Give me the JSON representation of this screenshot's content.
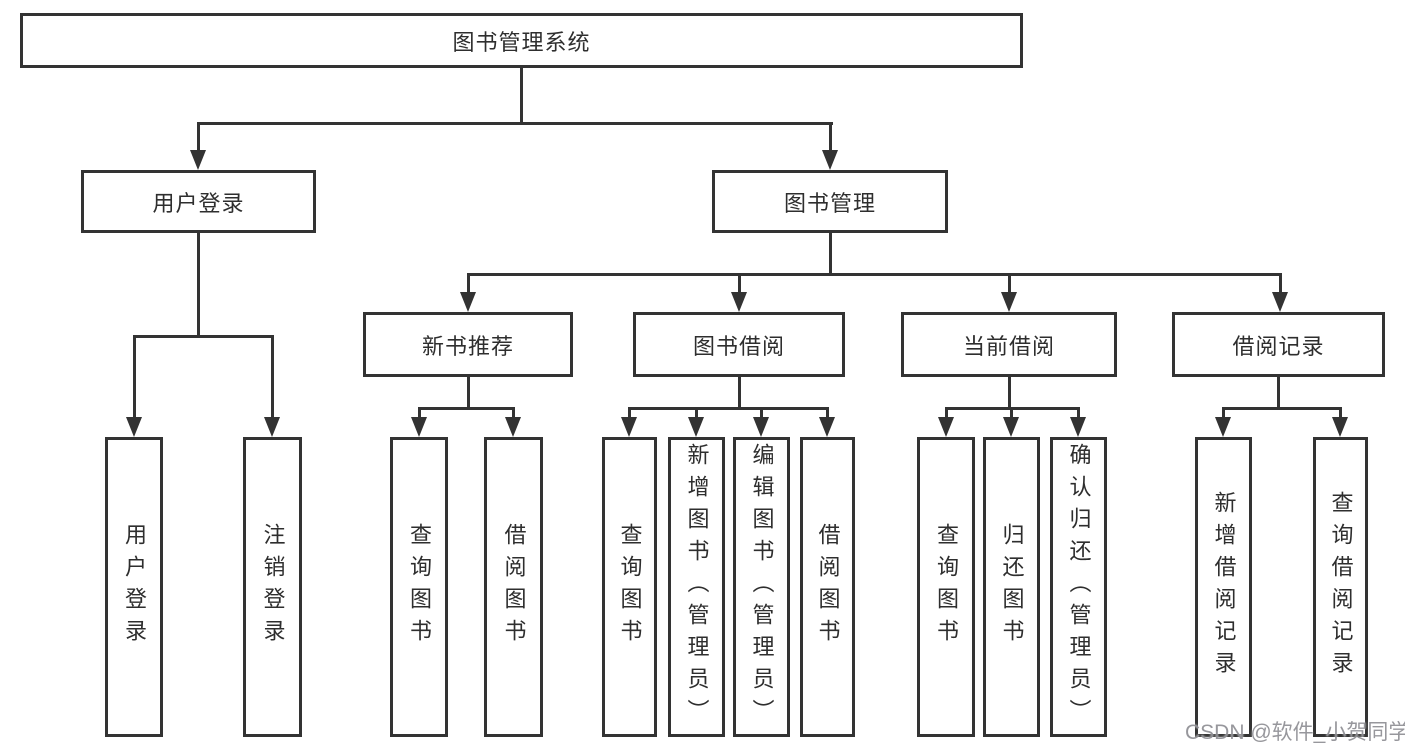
{
  "diagram": {
    "type": "tree",
    "root": {
      "label": "图书管理系统"
    },
    "branches": [
      {
        "label": "用户登录",
        "children": [
          {
            "label": "用户登录"
          },
          {
            "label": "注销登录"
          }
        ]
      },
      {
        "label": "图书管理",
        "children": [
          {
            "label": "新书推荐",
            "children": [
              {
                "label": "查询图书"
              },
              {
                "label": "借阅图书"
              }
            ]
          },
          {
            "label": "图书借阅",
            "children": [
              {
                "label": "查询图书"
              },
              {
                "label": "新增图书（管理员）"
              },
              {
                "label": "编辑图书（管理员）"
              },
              {
                "label": "借阅图书"
              }
            ]
          },
          {
            "label": "当前借阅",
            "children": [
              {
                "label": "查询图书"
              },
              {
                "label": "归还图书"
              },
              {
                "label": "确认归还（管理员）"
              }
            ]
          },
          {
            "label": "借阅记录",
            "children": [
              {
                "label": "新增借阅记录"
              },
              {
                "label": "查询借阅记录"
              }
            ]
          }
        ]
      }
    ],
    "colors": {
      "line": "#333333",
      "box_background": "#ffffff",
      "text": "#2e2e2e",
      "watermark": "#8c8c91"
    },
    "watermark": "CSDN @软件_小贺同学"
  }
}
